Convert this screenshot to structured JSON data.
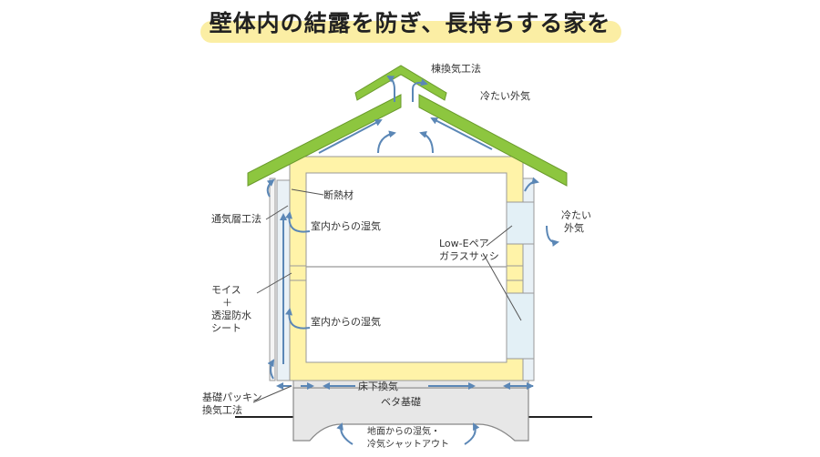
{
  "title": "壁体内の結露を防ぎ、長持ちする家を",
  "labels": {
    "ridge": "棟換気工法",
    "cold_outside_top": "冷たい外気",
    "insulation": "断熱材",
    "vent_layer": "通気層工法",
    "indoor_moisture_upper": "室内からの湿気",
    "indoor_moisture_lower": "室内からの湿気",
    "lowe_line1": "Low-Eペア",
    "lowe_line2": "ガラスサッシ",
    "cold_outside_right_1": "冷たい",
    "cold_outside_right_2": "外気",
    "moiss_1": "モイス",
    "moiss_2": "＋",
    "moiss_3": "透湿防水",
    "moiss_4": "シート",
    "underfloor": "床下換気",
    "packing_1": "基礎パッキン",
    "packing_2": "換気工法",
    "mat_foundation": "ベタ基礎",
    "ground_1": "地面からの湿気・",
    "ground_2": "冷気シャットアウト"
  },
  "colors": {
    "roof": "#8dc63f",
    "insulation": "#fff3a8",
    "arrow": "#5b87b6",
    "glass": "#e3f0f6",
    "vent": "#e9f1f6",
    "line": "#666666"
  }
}
